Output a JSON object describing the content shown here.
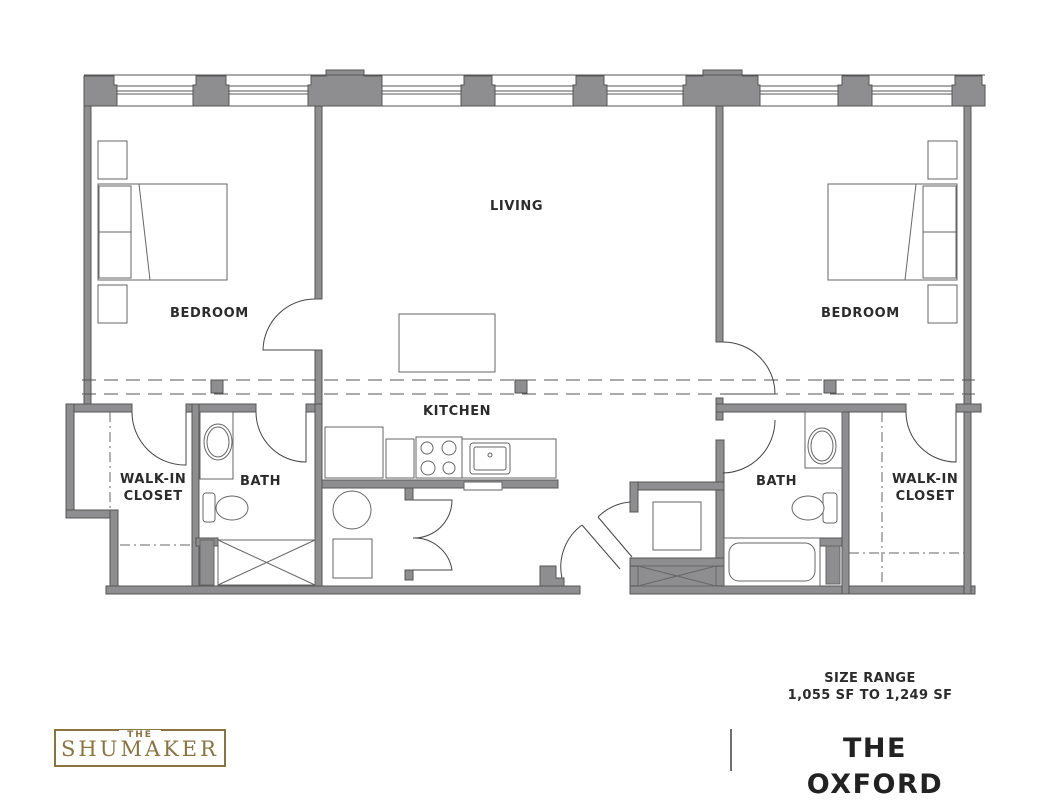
{
  "floorplan": {
    "rooms": {
      "living": "LIVING",
      "kitchen": "KITCHEN",
      "bedroom_left": "BEDROOM",
      "bedroom_right": "BEDROOM",
      "bath_left": "BATH",
      "bath_right": "BATH",
      "closet_left_line1": "WALK-IN",
      "closet_left_line2": "CLOSET",
      "closet_right_line1": "WALK-IN",
      "closet_right_line2": "CLOSET"
    },
    "colors": {
      "wall": "#8e8e90",
      "wall_outline": "#555555",
      "fixture_line": "#666666",
      "brand_gold": "#8b7340",
      "text": "#2b2b2b"
    }
  },
  "size_range": {
    "title": "SIZE RANGE",
    "value": "1,055 SF TO 1,249 SF"
  },
  "brand": {
    "the": "THE",
    "name": "SHUMAKER"
  },
  "unit": {
    "name": "THE OXFORD"
  }
}
